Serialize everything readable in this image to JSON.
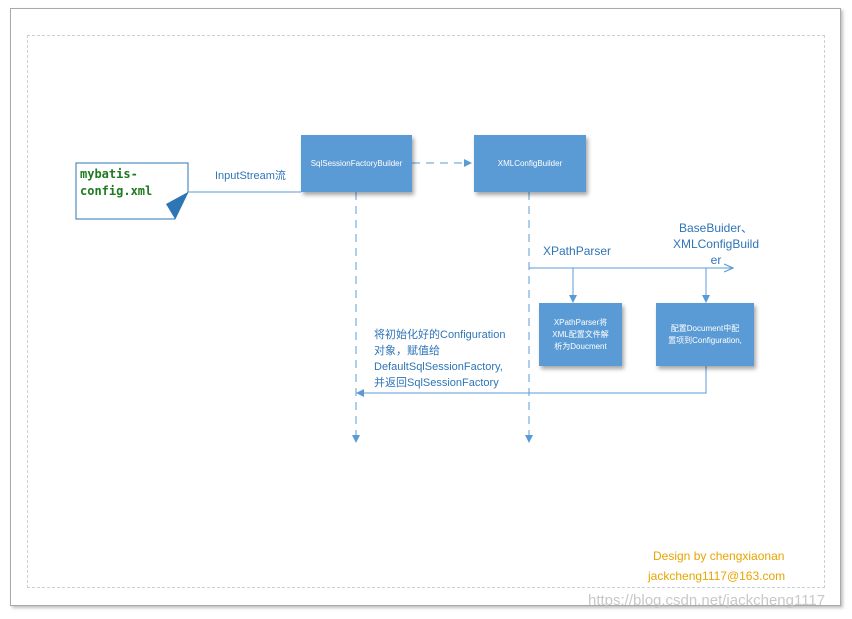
{
  "document": {
    "name": "mybatis-config.xml",
    "line1": "mybatis-",
    "line2": "config.xml"
  },
  "nodes": {
    "factory_builder": "SqlSessionFactoryBuilder",
    "xml_config_builder": "XMLConfigBuilder",
    "xpath_parser_box": [
      "XPathParser将",
      "XML配置文件解",
      "析为Doucment"
    ],
    "config_document_box": [
      "配置Document中配",
      "置项到Configuration,"
    ]
  },
  "labels": {
    "input_stream": "InputStream流",
    "xpath_parser": "XPathParser",
    "base_builder": [
      "BaseBuider、",
      "XMLConfigBuild",
      "er"
    ],
    "return_message": [
      "将初始化好的Configuration",
      "对象，赋值给",
      "DefaultSqlSessionFactory,",
      "并返回SqlSessionFactory"
    ]
  },
  "credits": {
    "design": "Design by chengxiaonan",
    "email": "jackcheng1117@163.com"
  },
  "watermark": "https://blog.csdn.net/jackcheng1117",
  "colors": {
    "box_fill": "#5b9bd5",
    "line": "#5b9bd5",
    "label_text": "#2e75b6",
    "credit_text": "#e8a400",
    "doc_text": "#1e7a1e"
  }
}
